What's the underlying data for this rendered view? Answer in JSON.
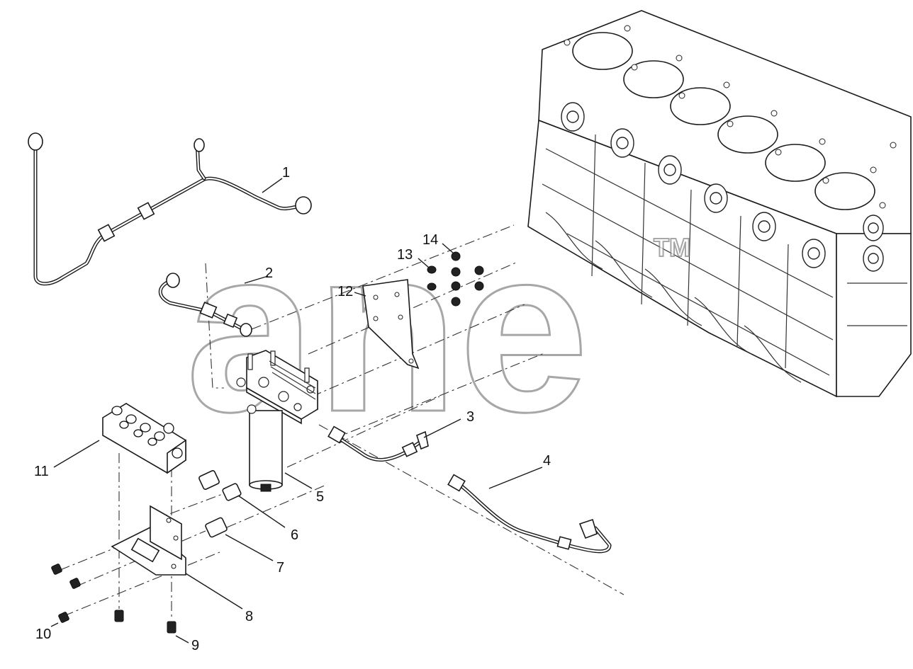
{
  "watermark": {
    "text": "ane",
    "tm": "TM"
  },
  "callouts": [
    {
      "id": "1",
      "label": "1"
    },
    {
      "id": "2",
      "label": "2"
    },
    {
      "id": "3",
      "label": "3"
    },
    {
      "id": "4",
      "label": "4"
    },
    {
      "id": "5",
      "label": "5"
    },
    {
      "id": "6",
      "label": "6"
    },
    {
      "id": "7",
      "label": "7"
    },
    {
      "id": "8",
      "label": "8"
    },
    {
      "id": "9",
      "label": "9"
    },
    {
      "id": "10",
      "label": "10"
    },
    {
      "id": "11",
      "label": "11"
    },
    {
      "id": "12",
      "label": "12"
    },
    {
      "id": "13",
      "label": "13"
    },
    {
      "id": "14",
      "label": "14"
    }
  ],
  "colors": {
    "line": "#1a1a1a",
    "watermark": "#8a8a8a",
    "background": "#ffffff"
  }
}
